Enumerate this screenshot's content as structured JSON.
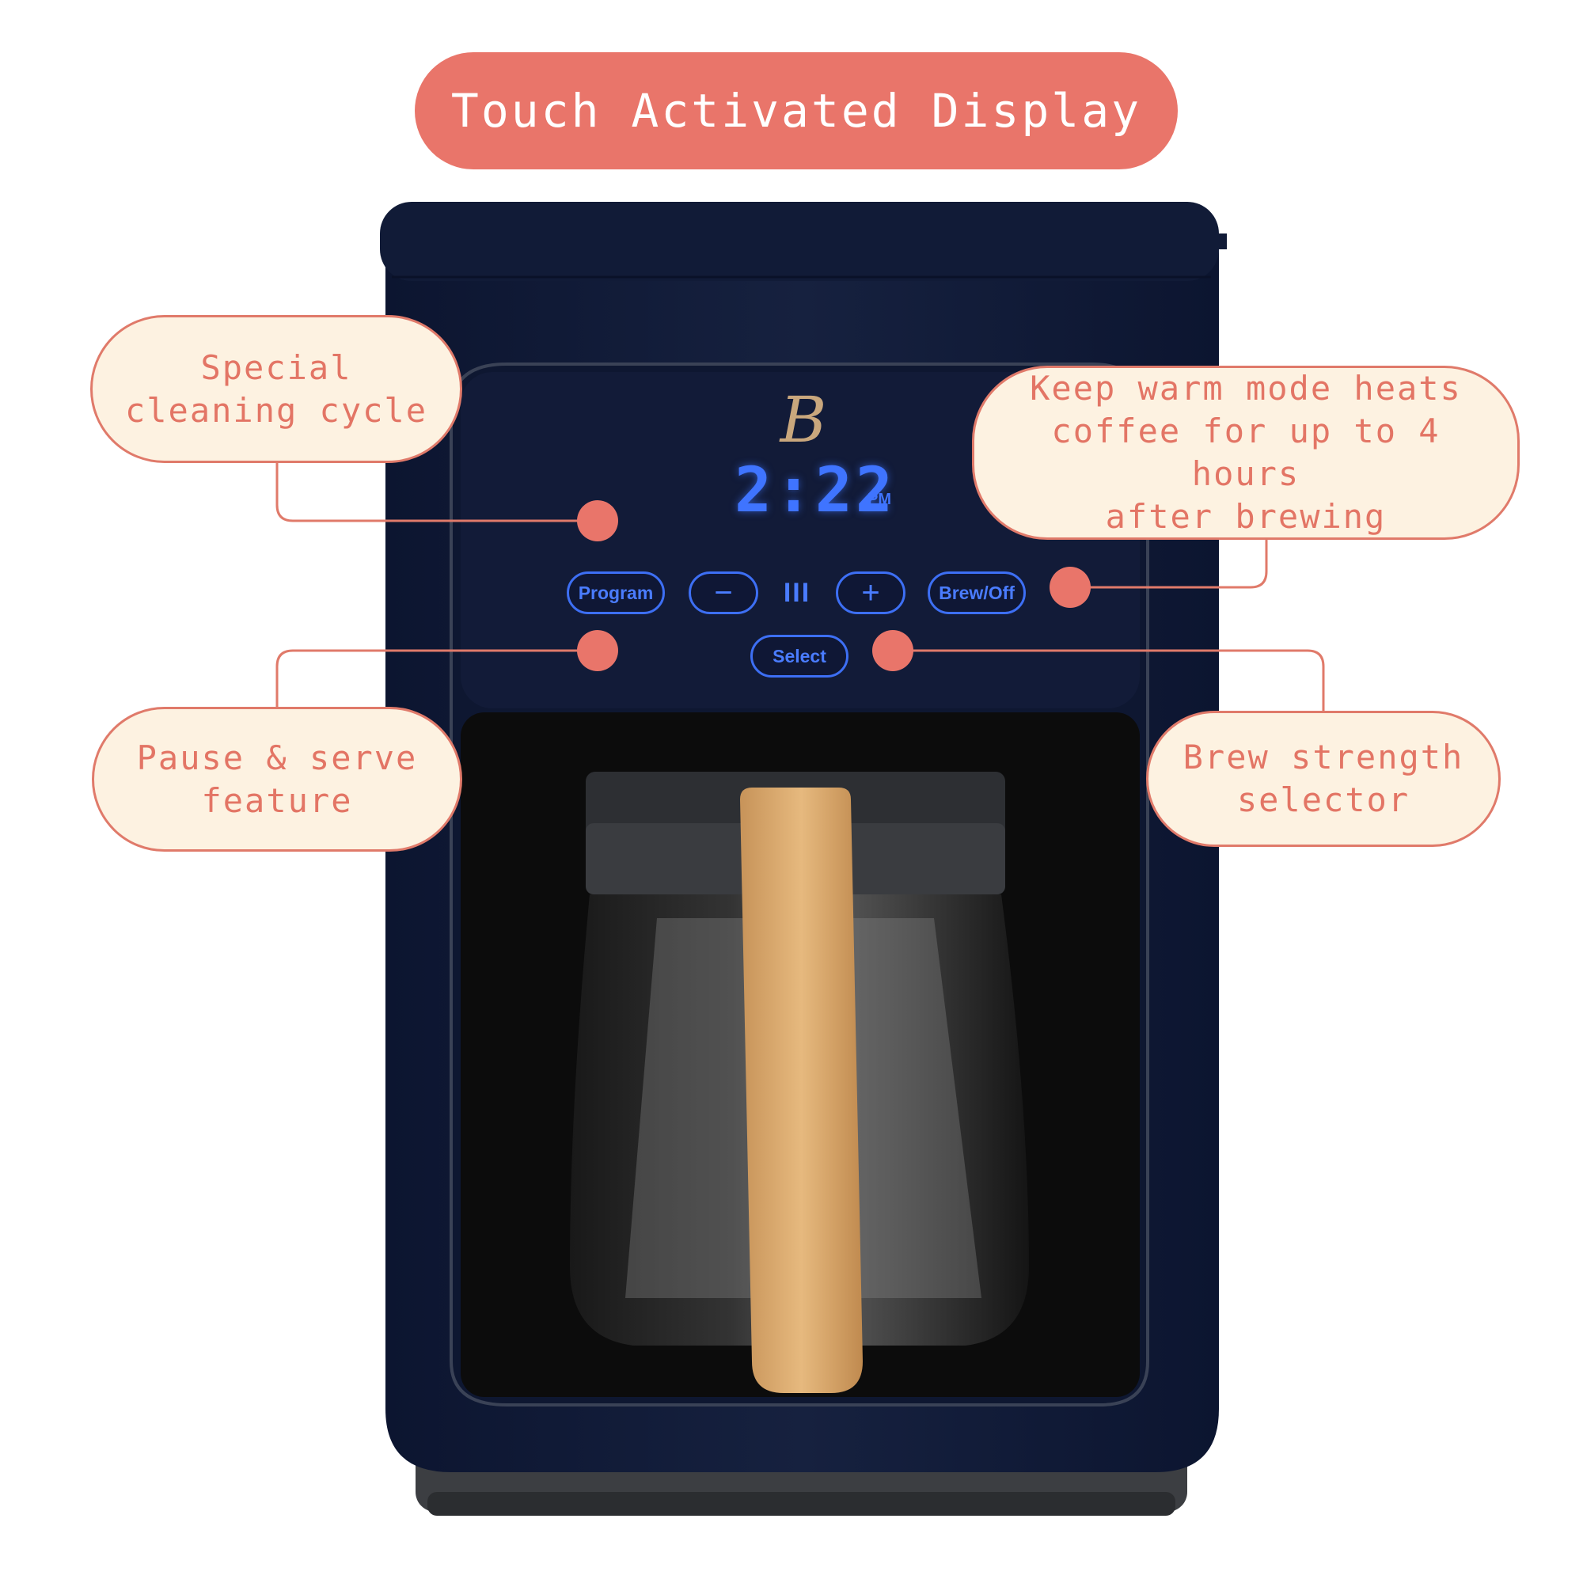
{
  "title": "Touch Activated Display",
  "callouts": {
    "cleaning": "Special\ncleaning cycle",
    "keep_warm": "Keep warm mode heats\ncoffee for up to 4 hours\nafter brewing",
    "pause_serve": "Pause & serve\nfeature",
    "strength": "Brew strength\nselector"
  },
  "display": {
    "logo": "B",
    "time": "2:22",
    "meridiem": "PM"
  },
  "controls": {
    "program": "Program",
    "minus": "−",
    "strength_bars": "III",
    "plus": "+",
    "brew_off": "Brew/Off",
    "select": "Select"
  },
  "colors": {
    "accent": "#e9756a",
    "callout_bg": "#fdf2e1",
    "machine_body": "#101a36",
    "display_blue": "#3f74ff",
    "handle_gold": "#d9a96b"
  }
}
